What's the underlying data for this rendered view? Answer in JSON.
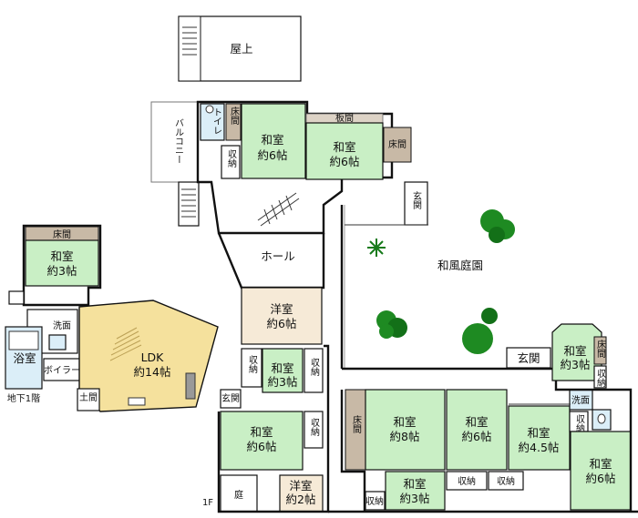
{
  "rooms": {
    "rooftop": "屋上",
    "balcony": "バルコニー",
    "toilet": "トイレ",
    "toko_small": "床間",
    "washitsu_a": "和室",
    "washitsu_a_size": "約6帖",
    "itama": "板間",
    "washitsu_b": "和室",
    "washitsu_b_size": "約6帖",
    "tokonoma_right": "床間",
    "shuno_a": "収納",
    "genkan_upper": "玄関",
    "hall": "ホール",
    "garden": "和風庭園",
    "b1_toko": "床間",
    "b1_washitsu": "和室",
    "b1_washitsu_size": "約3帖",
    "washroom": "洗面",
    "bath": "浴室",
    "boiler": "ボイラー",
    "ldk": "LDK",
    "ldk_size": "約14帖",
    "doma": "土間",
    "basement_label": "地下1階",
    "yoshitsu": "洋室",
    "yoshitsu_size": "約6帖",
    "shuno_b": "収納",
    "washitsu_c": "和室",
    "washitsu_c_size": "約3帖",
    "shuno_c": "収納",
    "genkan_small": "玄関",
    "washitsu_d": "和室",
    "washitsu_d_size": "約6帖",
    "shuno_d": "収納",
    "garden_small": "庭",
    "yoshitsu2": "洋室",
    "yoshitsu2_size": "約2帖",
    "floor_label": "1F",
    "toko_big": "床間",
    "washitsu_e": "和室",
    "washitsu_e_size": "約8帖",
    "washitsu_f": "和室",
    "washitsu_f_size": "約6帖",
    "washitsu_g": "和室",
    "washitsu_g_size": "約4.5帖",
    "washitsu_h": "和室",
    "washitsu_h_size": "約3帖",
    "shuno_e": "収納",
    "shuno_f": "収納",
    "shuno_g": "収納",
    "genkan_right": "玄関",
    "washitsu_i": "和室",
    "washitsu_i_size": "約3帖",
    "toko_right_small": "床間",
    "shuno_h": "収納",
    "washroom_right": "洗面",
    "shuno_i": "収納",
    "washitsu_j": "和室",
    "washitsu_j_size": "約6帖"
  }
}
